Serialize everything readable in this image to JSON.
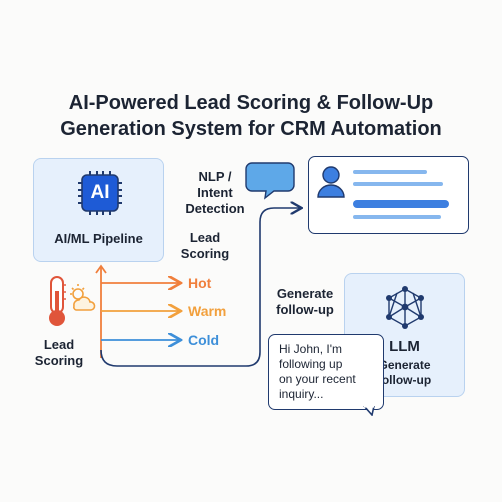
{
  "title": {
    "line1": "AI-Powered Lead Scoring & Follow-Up",
    "line2": "Generation System for CRM Automation"
  },
  "ai_box": {
    "chip_text": "AI",
    "caption": "AI/ML Pipeline",
    "icon": "chip-icon"
  },
  "lead_scoring_left": {
    "line1": "Lead",
    "line2": "Scoring",
    "icon": "thermometer-icon"
  },
  "lead_scoring_mid": {
    "line1": "Lead",
    "line2": "Scoring"
  },
  "tiers": [
    {
      "label": "Hot",
      "color": "#f07f3c"
    },
    {
      "label": "Warm",
      "color": "#f2a03d"
    },
    {
      "label": "Cold",
      "color": "#3d8fd9"
    }
  ],
  "nlp": {
    "line1": "NLP /",
    "line2": "Intent",
    "line3": "Detection",
    "icon": "speech-bubble-icon"
  },
  "crm_card": {
    "icon": "user-profile-icon"
  },
  "generate_left": {
    "line1": "Generate",
    "line2": "follow-up"
  },
  "llm": {
    "title": "LLM",
    "sub1": "Generate",
    "sub2": "follow-up",
    "icon": "network-icon"
  },
  "message": {
    "line1": "Hi John, I'm",
    "line2": "following up",
    "line3": "on your recent",
    "line4": "inquiry..."
  },
  "colors": {
    "navy": "#203a6e",
    "accent_blue": "#3d8fd9",
    "panel_bg": "#e6f0fc",
    "hot": "#f07f3c",
    "warm": "#f2a03d",
    "cold": "#3d8fd9"
  }
}
